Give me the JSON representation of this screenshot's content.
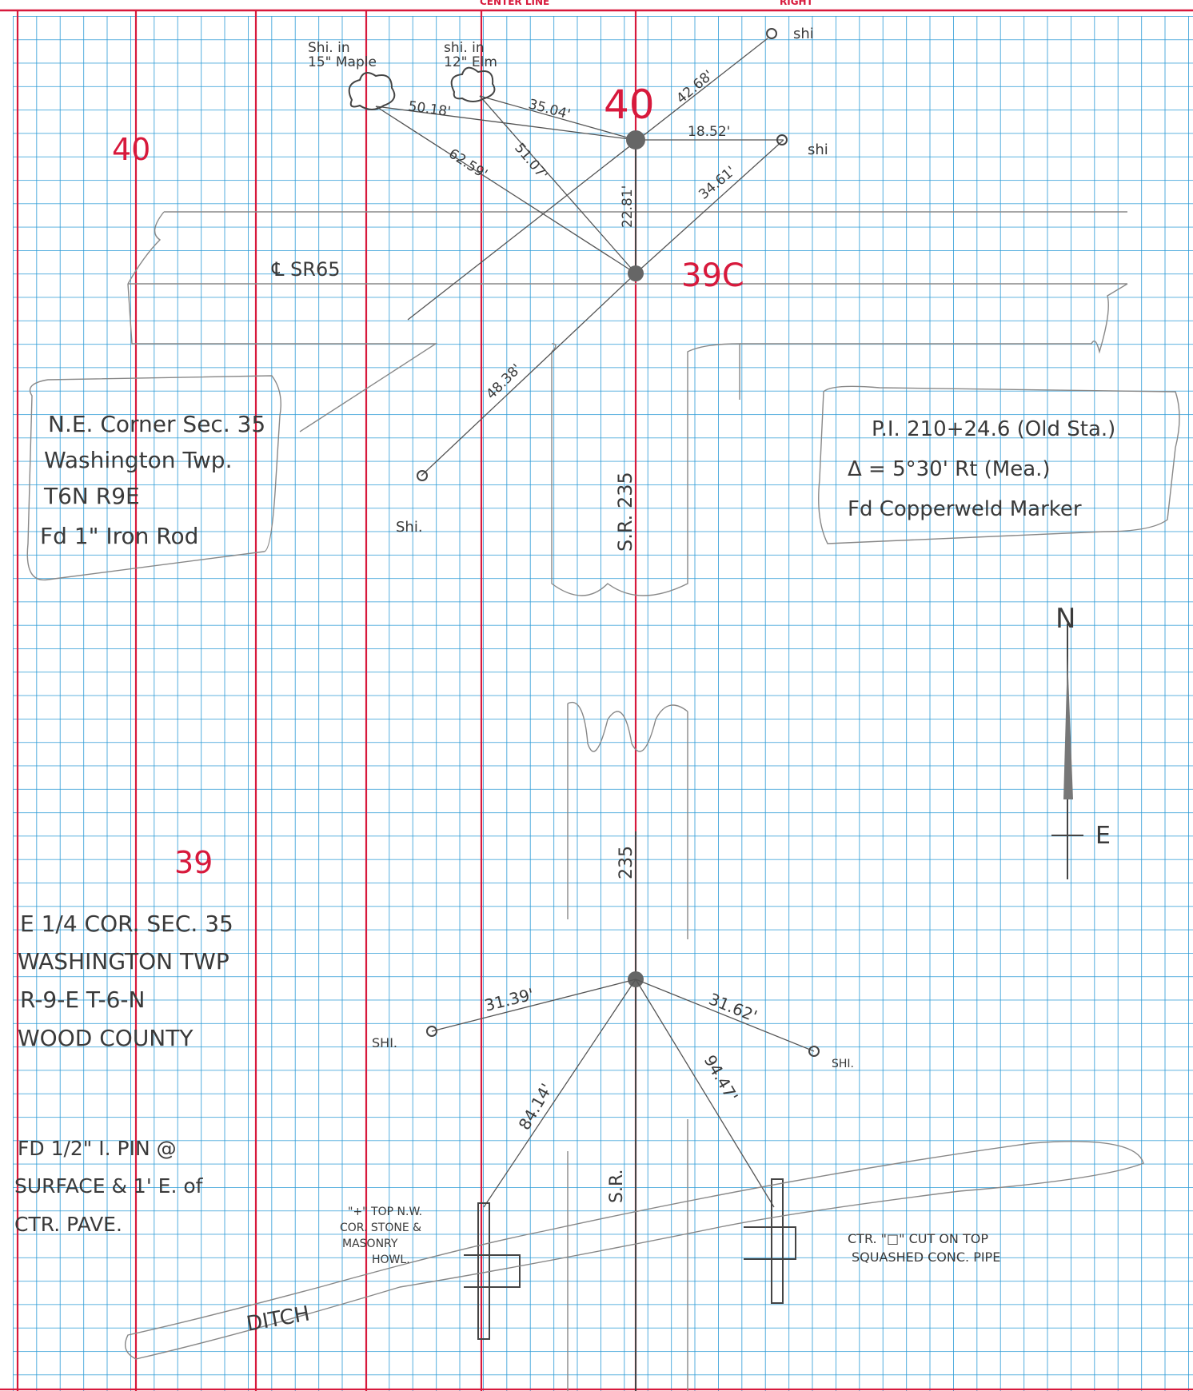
{
  "header": {
    "col_line": "CENTER LINE",
    "col_right": "RIGHT"
  },
  "corner_40": {
    "station_label": "40",
    "page_station": "40",
    "note_lines": [
      "N.E. Corner Sec. 35",
      "Washington Twp.",
      "T6N  R9E",
      "Fd 1\" Iron Rod"
    ],
    "ties": {
      "maple_tree": "Shi. in\n15\" Maple",
      "elm_tree": "shi. in\n12\" Elm",
      "shi_ne": "shi",
      "shi_e": "shi",
      "shi_sw": "Shi."
    },
    "distances": [
      "50.18'",
      "35.04'",
      "62.59'",
      "51.07'",
      "42.68'",
      "18.52'",
      "34.61'",
      "22.81'",
      "48.38'"
    ],
    "road": "℄ SR65",
    "station_39c": "39C",
    "sr": "S.R. 235",
    "pi_lines": [
      "P.I.  210+24.6 (Old Sta.)",
      "Δ = 5°30' Rt (Mea.)",
      "Fd Copperweld Marker"
    ]
  },
  "north_arrow": {
    "n": "N",
    "e": "E"
  },
  "corner_39": {
    "page_station": "39",
    "note_lines": [
      "E 1/4 COR. SEC. 35",
      "WASHINGTON TWP",
      "R-9-E  T-6-N",
      "WOOD COUNTY"
    ],
    "pin_lines": [
      "FD 1/2\" I. PIN @",
      "SURFACE & 1' E. of",
      "CTR. PAVE."
    ],
    "road": "235",
    "distances": [
      "31.39'",
      "31.62'",
      "84.14'",
      "94.47'"
    ],
    "ties": {
      "shi_w": "SHI.",
      "shi_e": "SHI."
    },
    "sr_label": "S.R.",
    "stone_note": [
      "\"+\" TOP N.W.",
      "COR. STONE &",
      "MASONRY",
      "HOWL."
    ],
    "pipe_note": [
      "CTR. \"□\" CUT ON TOP",
      "SQUASHED CONC. PIPE"
    ],
    "ditch": "DITCH"
  }
}
